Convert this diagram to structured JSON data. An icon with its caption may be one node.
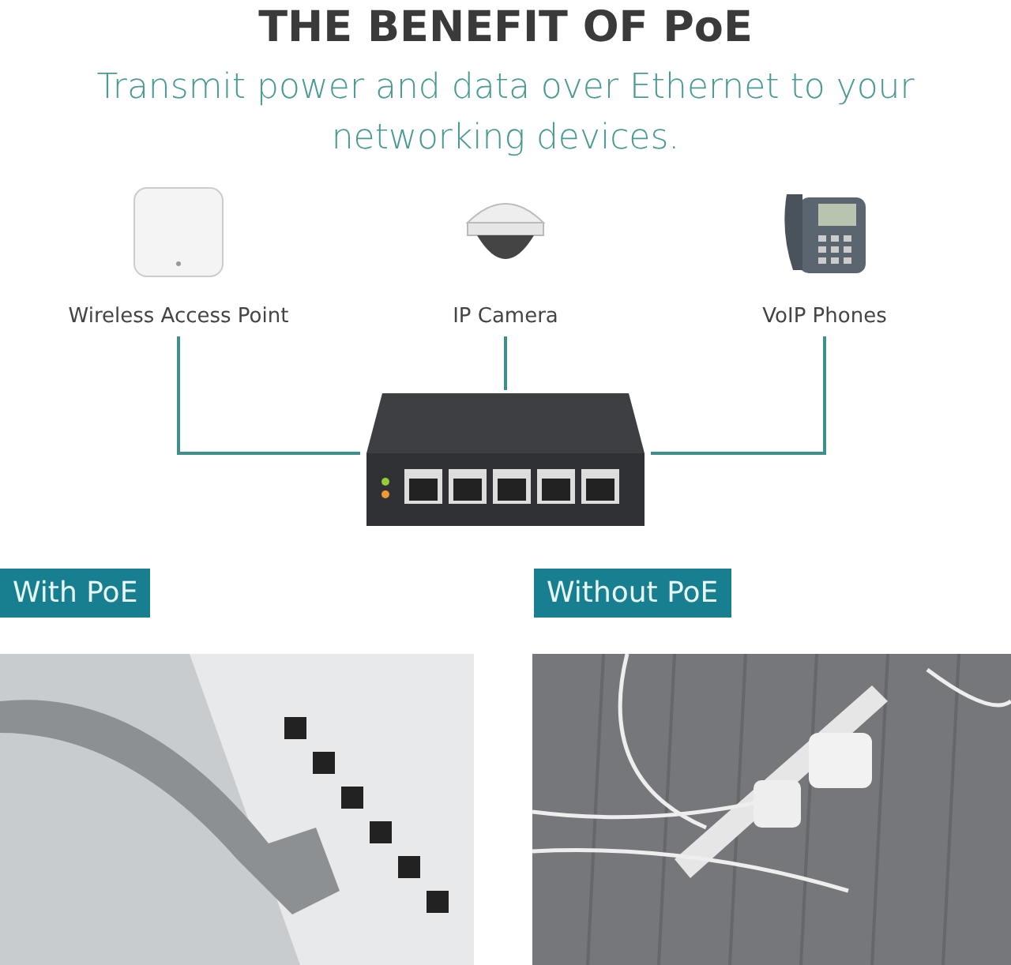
{
  "diagram": {
    "title": "THE BENEFIT OF PoE",
    "caption": "Transmit power and data over Ethernet to your networking devices.",
    "nodes": [
      {
        "text": [
          "Wireless Access Point"
        ]
      },
      {
        "text": [
          "IP Camera"
        ]
      },
      {
        "text": [
          "VoIP Phones"
        ]
      },
      {
        "text": [],
        "shape": "picture"
      },
      {
        "text": [
          "With PoE"
        ]
      },
      {
        "text": [
          "Without PoE"
        ]
      }
    ],
    "edges": [
      {
        "from": 0,
        "to": 3,
        "arrow": "none"
      },
      {
        "from": 1,
        "to": 3,
        "arrow": "none"
      },
      {
        "from": 2,
        "to": 3,
        "arrow": "none"
      }
    ]
  }
}
